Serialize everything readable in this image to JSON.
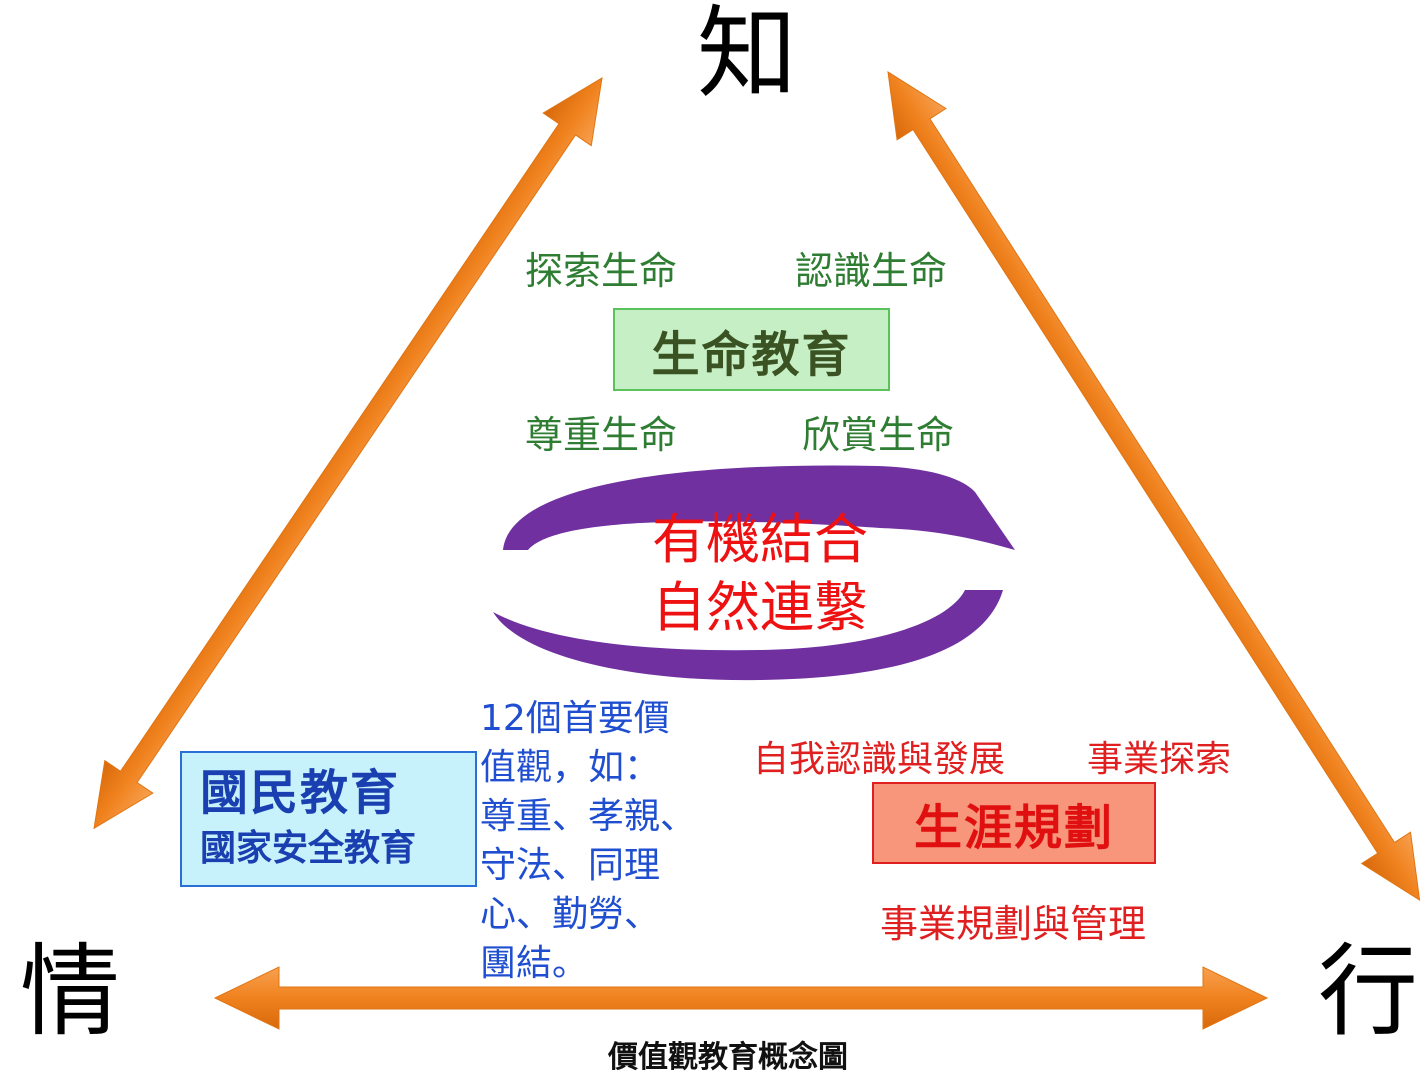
{
  "corners": {
    "top": "知",
    "left": "情",
    "right": "行"
  },
  "life_education": {
    "title": "生命教育",
    "top_left": "探索生命",
    "top_right": "認識生命",
    "bottom_left": "尊重生命",
    "bottom_right": "欣賞生命"
  },
  "center": {
    "line1": "有機結合",
    "line2": "自然連繫"
  },
  "national_education": {
    "title": "國民教育",
    "subtitle": "國家安全教育"
  },
  "values_list": [
    "12個首要價",
    "值觀，如：",
    "尊重、孝親、",
    "守法、同理",
    "心、勤勞、",
    "團結。"
  ],
  "career_planning": {
    "title": "生涯規劃",
    "top_left": "自我認識與發展",
    "top_right": "事業探索",
    "bottom": "事業規劃與管理"
  },
  "caption": "價值觀教育概念圖",
  "colors": {
    "arrow": "#f0821e",
    "ring": "#7030a0",
    "green_box_bg": "#c6efc6",
    "blue_box_bg": "#c8f2fb",
    "red_box_bg": "#f8967c"
  }
}
